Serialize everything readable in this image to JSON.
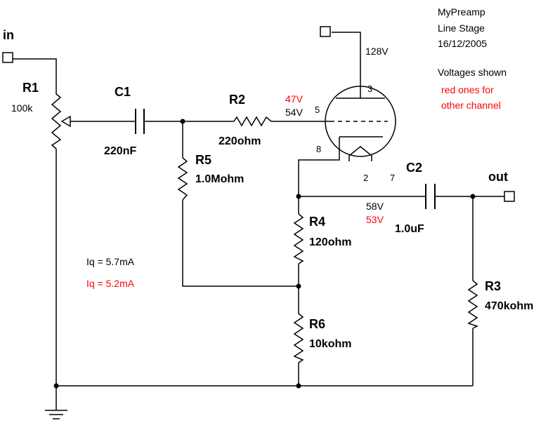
{
  "title": {
    "line1": "MyPreamp",
    "line2": "Line Stage",
    "line3": "16/12/2005"
  },
  "notes": {
    "voltages_shown": "Voltages shown",
    "red_line1": "red ones for",
    "red_line2": "other channel"
  },
  "colors": {
    "wire": "#000000",
    "other_channel": "#ff0000"
  },
  "ports": {
    "input": "in",
    "output": "out"
  },
  "components": {
    "R1": {
      "ref": "R1",
      "value": "100k"
    },
    "C1": {
      "ref": "C1",
      "value": "220nF"
    },
    "R2": {
      "ref": "R2",
      "value": "220ohm"
    },
    "R5": {
      "ref": "R5",
      "value": "1.0Mohm"
    },
    "R4": {
      "ref": "R4",
      "value": "120ohm"
    },
    "R6": {
      "ref": "R6",
      "value": "10kohm"
    },
    "C2": {
      "ref": "C2",
      "value": "1.0uF"
    },
    "R3": {
      "ref": "R3",
      "value": "470kohm"
    }
  },
  "tube_pins": {
    "anode": "3",
    "grid": "5",
    "cathode": "8",
    "heater_a": "2",
    "heater_b": "7"
  },
  "voltages": {
    "supply": "128V",
    "grid_red": "47V",
    "grid": "54V",
    "cathode": "58V",
    "cathode_red": "53V"
  },
  "currents": {
    "iq": "Iq = 5.7mA",
    "iq_red": "Iq = 5.2mA"
  }
}
